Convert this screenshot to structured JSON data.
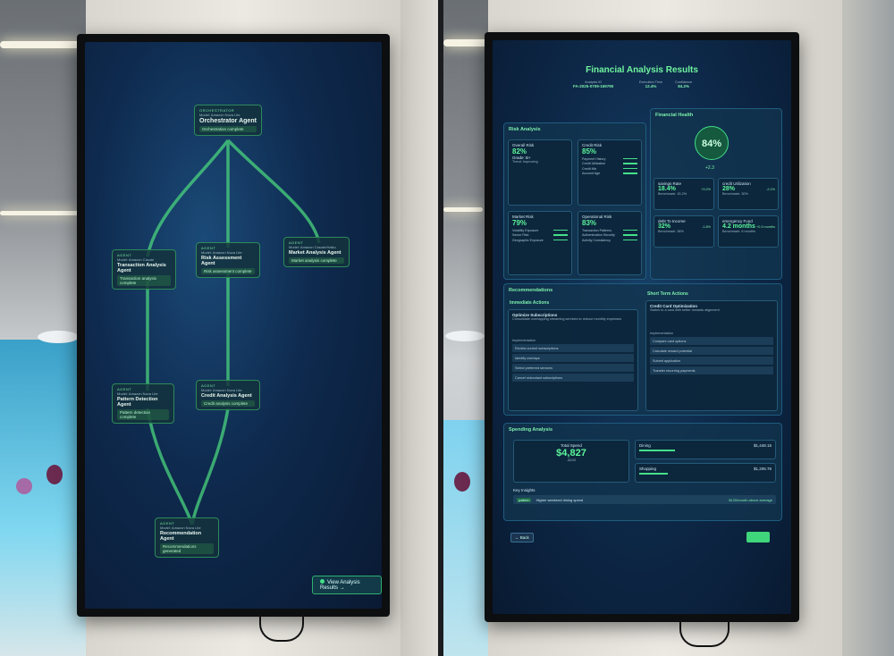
{
  "left_screen": {
    "nodes": [
      {
        "tag": "ORCHESTRATOR",
        "sub": "Model: Amazon Nova Lite",
        "title": "Orchestrator Agent",
        "status": "Orchestration complete"
      },
      {
        "tag": "AGENT",
        "sub": "Model: Amazon Claude",
        "title": "Transaction Analysis Agent",
        "status": "Transaction analysis complete"
      },
      {
        "tag": "AGENT",
        "sub": "Model: Amazon Nova Lite",
        "title": "Risk Assessment Agent",
        "status": "Risk assessment complete"
      },
      {
        "tag": "AGENT",
        "sub": "Model: Amazon Claude/Haiku",
        "title": "Market Analysis Agent",
        "status": "Market analysis complete"
      },
      {
        "tag": "AGENT",
        "sub": "Model: Amazon Nova Lite",
        "title": "Pattern Detection Agent",
        "status": "Pattern detection complete"
      },
      {
        "tag": "AGENT",
        "sub": "Model: Amazon Nova Lite",
        "title": "Credit Analysis Agent",
        "status": "Credit analysis complete"
      },
      {
        "tag": "AGENT",
        "sub": "Model: Amazon Nova Lite",
        "title": "Recommendation Agent",
        "status": "Recommendations generated"
      }
    ],
    "results_button": "View Analysis Results"
  },
  "right_screen": {
    "title": "Financial Analysis Results",
    "meta": [
      {
        "label": "Analysis ID",
        "value": "FA-2025-0709-169790"
      },
      {
        "label": "Execution Time",
        "value": "12.4%"
      },
      {
        "label": "Confidence",
        "value": "84.2%"
      }
    ],
    "risk": {
      "heading": "Risk Analysis",
      "cards": [
        {
          "label": "Overall Risk",
          "value": "82%",
          "lines": [
            "Grade: B+",
            "Trend: Improving"
          ]
        },
        {
          "label": "Credit Risk",
          "value": "85%",
          "lines": [
            "Payment History",
            "Credit Utilization",
            "Credit Mix",
            "Account Age"
          ]
        },
        {
          "label": "Market Risk",
          "value": "79%",
          "lines": [
            "Volatility Exposure",
            "Sector Risk",
            "Geographic Exposure"
          ]
        },
        {
          "label": "Operational Risk",
          "value": "83%",
          "lines": [
            "Transaction Patterns",
            "Authentication Security",
            "Activity Consistency"
          ]
        }
      ]
    },
    "health": {
      "heading": "Financial Health",
      "score": "84%",
      "delta": "+2.3",
      "cards": [
        {
          "label": "savings Rate",
          "value": "18.4%",
          "mini": "Benchmark: 15.2%",
          "delta": "+3.2%"
        },
        {
          "label": "credit Utilization",
          "value": "28%",
          "mini": "Benchmark: 30%",
          "delta": "-2.1%"
        },
        {
          "label": "debt To Income",
          "value": "32%",
          "mini": "Benchmark: 36%",
          "delta": "-1.8%"
        },
        {
          "label": "emergency Fund",
          "value": "4.2 months",
          "mini": "Benchmark: 6 months",
          "delta": "+0.3 months"
        }
      ]
    },
    "recommendations": {
      "heading": "Recommendations",
      "immediate_heading": "Immediate Actions",
      "short_heading": "Short Term Actions",
      "immediate_title": "Optimize Subscriptions",
      "immediate_desc": "Consolidate overlapping streaming services to reduce monthly expenses",
      "immediate_rows": [
        "Review current subscriptions",
        "Identify overlaps",
        "Select preferred services",
        "Cancel redundant subscriptions"
      ],
      "short_title": "Credit Card Optimization",
      "short_desc": "Switch to a card with better rewards alignment",
      "short_rows": [
        "Compare card options",
        "Calculate reward potential",
        "Submit application",
        "Transfer recurring payments"
      ],
      "impl_label": "Implementation"
    },
    "spending": {
      "heading": "Spending Analysis",
      "total_label": "Total Spend",
      "total": "$4,827",
      "total_delta": "-$243",
      "cats": [
        {
          "name": "Dining",
          "amount": "$1,448.15"
        },
        {
          "name": "Shopping",
          "amount": "$1,206.76"
        }
      ],
      "insights_label": "Key Insights",
      "insight_tag": "pattern",
      "insight": "Higher weekend dining spend",
      "insight_value": "$120/month above average"
    },
    "back": "Back"
  }
}
